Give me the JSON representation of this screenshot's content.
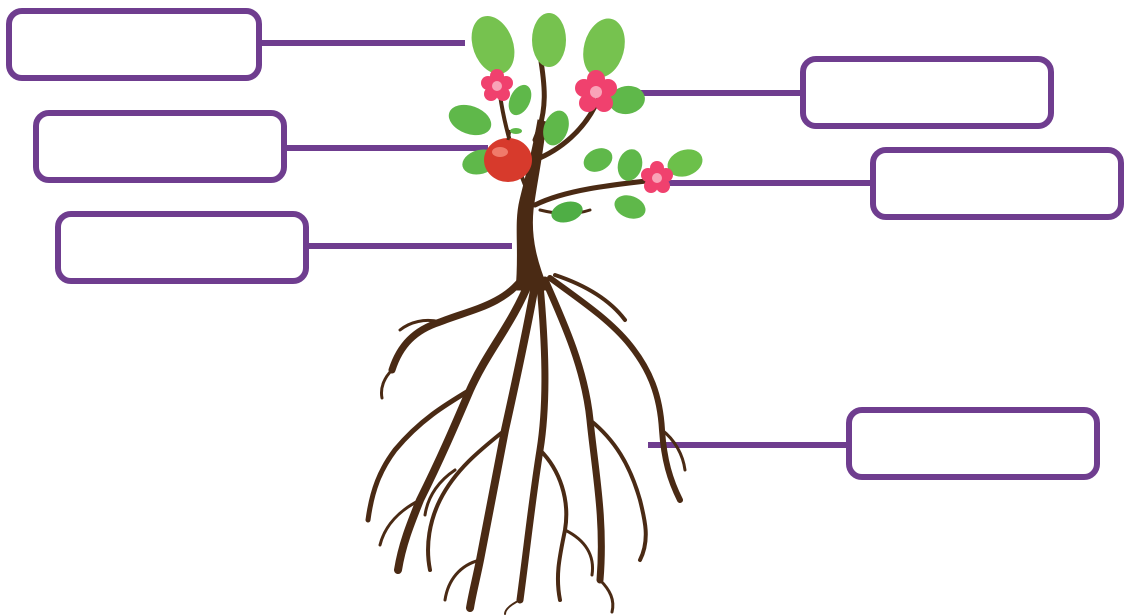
{
  "diagram": {
    "subject": "plant parts",
    "colors": {
      "box_border": "#6f3d8f",
      "connector": "#6f3d8f",
      "trunk": "#4a2a14",
      "leaf": "#5fb84a",
      "flower": "#f0416e",
      "fruit": "#d73a2c"
    },
    "labels": [
      {
        "id": "leaf",
        "text": ""
      },
      {
        "id": "fruit",
        "text": ""
      },
      {
        "id": "stem",
        "text": ""
      },
      {
        "id": "flower-top",
        "text": ""
      },
      {
        "id": "flower-branch",
        "text": ""
      },
      {
        "id": "roots",
        "text": ""
      }
    ]
  }
}
